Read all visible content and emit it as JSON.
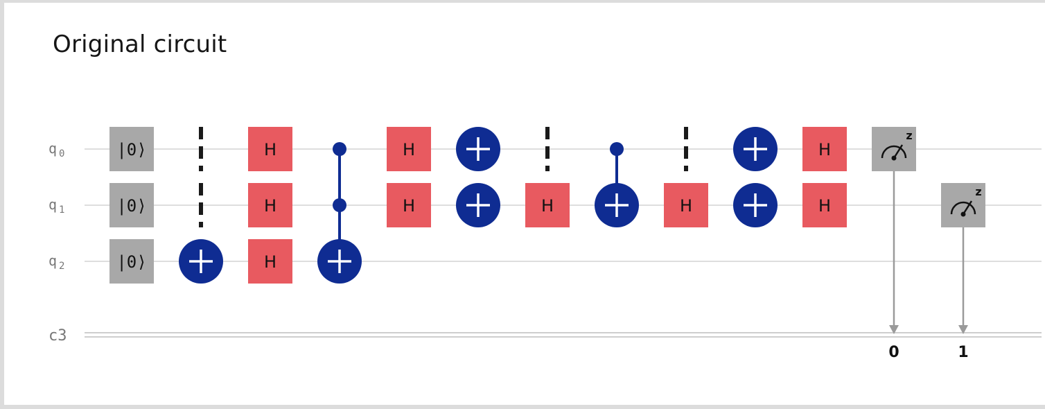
{
  "title": "Original circuit",
  "colors": {
    "wire": "#d4d4d4",
    "classical_wire": "#bdbdbd",
    "reset_gate": "#a8a8a8",
    "h_gate": "#e85a60",
    "cnot": "#0f2c92",
    "barrier": "#1a1a1a",
    "measure_gate": "#a8a8a8",
    "measure_arrow": "#9a9a9a",
    "label": "#777777",
    "bit_label": "#111111"
  },
  "qubits": [
    {
      "label": "q",
      "index": "0"
    },
    {
      "label": "q",
      "index": "1"
    },
    {
      "label": "q",
      "index": "2"
    }
  ],
  "classical_register": {
    "label": "c3"
  },
  "gates": [
    {
      "type": "reset",
      "qubit": 0,
      "column": 0,
      "text": "|0⟩"
    },
    {
      "type": "reset",
      "qubit": 1,
      "column": 0,
      "text": "|0⟩"
    },
    {
      "type": "reset",
      "qubit": 2,
      "column": 0,
      "text": "|0⟩"
    },
    {
      "type": "barrier",
      "qubits": [
        0,
        1
      ],
      "column": 1
    },
    {
      "type": "x",
      "qubit": 2,
      "column": 1
    },
    {
      "type": "h",
      "qubit": 0,
      "column": 2,
      "text": "H"
    },
    {
      "type": "h",
      "qubit": 1,
      "column": 2,
      "text": "H"
    },
    {
      "type": "h",
      "qubit": 2,
      "column": 2,
      "text": "H"
    },
    {
      "type": "ccx",
      "controls": [
        0,
        1
      ],
      "target": 2,
      "column": 3
    },
    {
      "type": "h",
      "qubit": 0,
      "column": 4,
      "text": "H"
    },
    {
      "type": "h",
      "qubit": 1,
      "column": 4,
      "text": "H"
    },
    {
      "type": "x",
      "qubit": 0,
      "column": 5
    },
    {
      "type": "x",
      "qubit": 1,
      "column": 5
    },
    {
      "type": "barrier",
      "qubits": [
        0
      ],
      "column": 6
    },
    {
      "type": "h",
      "qubit": 1,
      "column": 6,
      "text": "H"
    },
    {
      "type": "cx",
      "controls": [
        0
      ],
      "target": 1,
      "column": 7
    },
    {
      "type": "barrier",
      "qubits": [
        0
      ],
      "column": 8
    },
    {
      "type": "h",
      "qubit": 1,
      "column": 8,
      "text": "H"
    },
    {
      "type": "x",
      "qubit": 0,
      "column": 9
    },
    {
      "type": "x",
      "qubit": 1,
      "column": 9
    },
    {
      "type": "h",
      "qubit": 0,
      "column": 10,
      "text": "H"
    },
    {
      "type": "h",
      "qubit": 1,
      "column": 10,
      "text": "H"
    },
    {
      "type": "measure",
      "qubit": 0,
      "column": 11,
      "bit": "0",
      "basis": "z"
    },
    {
      "type": "measure",
      "qubit": 1,
      "column": 12,
      "bit": "1",
      "basis": "z"
    }
  ]
}
